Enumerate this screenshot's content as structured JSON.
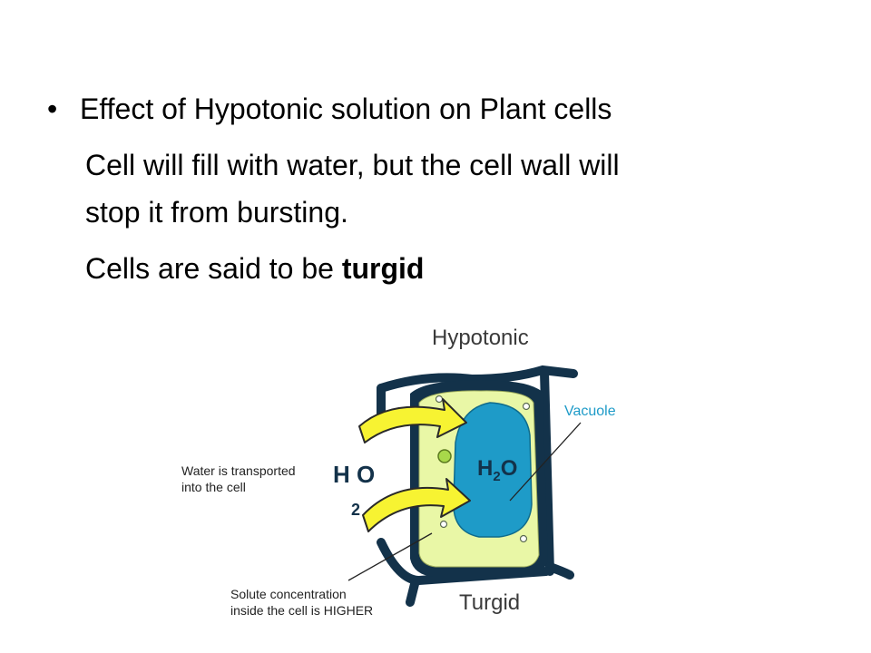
{
  "slide": {
    "bullet": "Effect of Hypotonic solution on Plant cells",
    "line1": "Cell will fill with water, but the cell wall will",
    "line2": "stop it from bursting.",
    "line3_prefix": "Cells are said to be ",
    "line3_bold": "turgid"
  },
  "diagram": {
    "title": "Hypotonic",
    "vacuole_label": "Vacuole",
    "water_label_line1": "Water is transported",
    "water_label_line2": "into the cell",
    "h2o_side_h": "H",
    "h2o_side_o": "O",
    "h2o_side_sub": "2",
    "h2o_center_h": "H",
    "h2o_center_sub": "2",
    "h2o_center_o": "O",
    "solute_line1": "Solute concentration",
    "solute_line2": "inside the cell is HIGHER",
    "bottom_label": "Turgid",
    "colors": {
      "cell_wall": "#13324a",
      "cytoplasm": "#e9f7a6",
      "vacuole": "#1e9bc8",
      "arrow": "#f7f332",
      "vacuole_label": "#1e9bc8"
    }
  }
}
